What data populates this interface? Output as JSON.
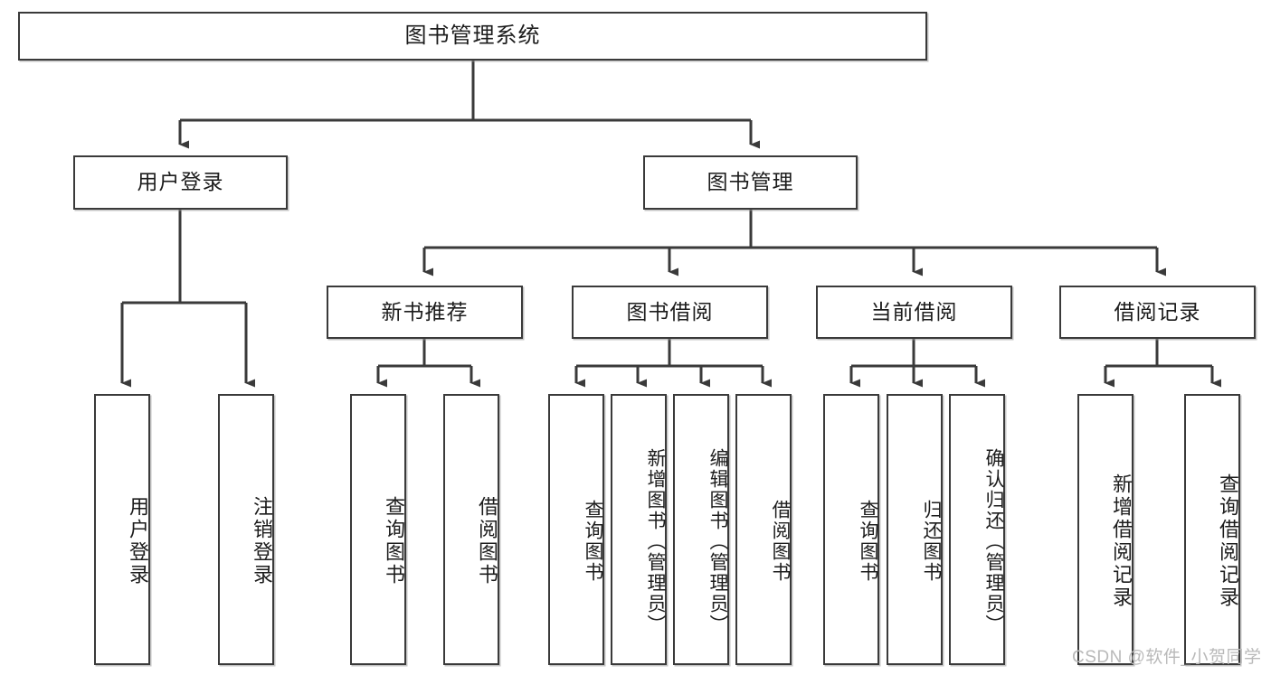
{
  "diagram": {
    "title": "图书管理系统",
    "type": "tree",
    "root": {
      "label": "图书管理系统"
    },
    "level2": [
      {
        "label": "用户登录"
      },
      {
        "label": "图书管理"
      }
    ],
    "level3": [
      {
        "label": "新书推荐"
      },
      {
        "label": "图书借阅"
      },
      {
        "label": "当前借阅"
      },
      {
        "label": "借阅记录"
      }
    ],
    "leaves": {
      "user_login": [
        {
          "label": "用户登录"
        },
        {
          "label": "注销登录"
        }
      ],
      "new_book_recommend": [
        {
          "label": "查询图书"
        },
        {
          "label": "借阅图书"
        }
      ],
      "book_borrow": [
        {
          "label": "查询图书"
        },
        {
          "label": "新增图书（管理员）"
        },
        {
          "label": "编辑图书（管理员）"
        },
        {
          "label": "借阅图书"
        }
      ],
      "current_borrow": [
        {
          "label": "查询图书"
        },
        {
          "label": "归还图书"
        },
        {
          "label": "确认归还（管理员）"
        }
      ],
      "borrow_record": [
        {
          "label": "新增借阅记录"
        },
        {
          "label": "查询借阅记录"
        }
      ]
    }
  },
  "watermark": {
    "text": "CSDN @软件_小贺同学"
  },
  "colors": {
    "border": "#3a3a3a",
    "text": "#1c1c1c",
    "background": "#ffffff",
    "watermark": "#b9b9b9"
  }
}
